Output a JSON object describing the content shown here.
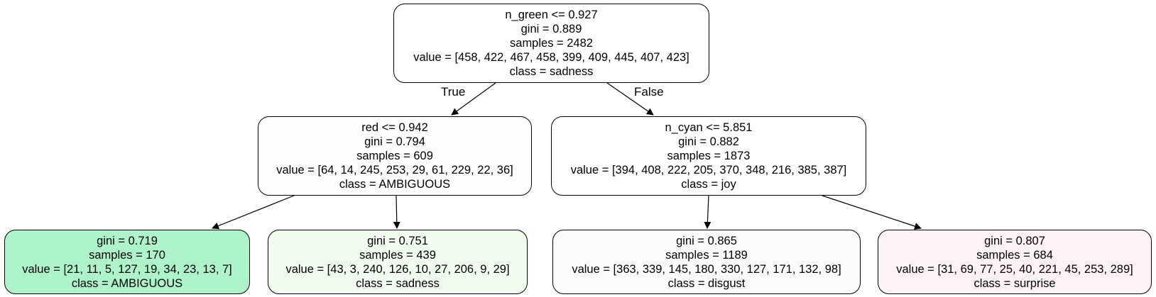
{
  "tree": {
    "root": {
      "split": "n_green <= 0.927",
      "gini": "gini = 0.889",
      "samples": "samples = 2482",
      "value": "value = [458, 422, 467, 458, 399, 409, 445, 407, 423]",
      "class": "class = sadness",
      "fill": "#ffffff"
    },
    "left": {
      "split": "red <= 0.942",
      "gini": "gini = 0.794",
      "samples": "samples = 609",
      "value": "value = [64, 14, 245, 253, 29, 61, 229, 22, 36]",
      "class": "class = AMBIGUOUS",
      "fill": "#fbfefd"
    },
    "right": {
      "split": "n_cyan <= 5.851",
      "gini": "gini = 0.882",
      "samples": "samples = 1873",
      "value": "value = [394, 408, 222, 205, 370, 348, 216, 385, 387]",
      "class": "class = joy",
      "fill": "#ffffff"
    },
    "left_left": {
      "gini": "gini = 0.719",
      "samples": "samples = 170",
      "value": "value = [21, 11, 5, 127, 19, 34, 23, 13, 7]",
      "class": "class = AMBIGUOUS",
      "fill": "#adf4cb"
    },
    "left_right": {
      "gini": "gini = 0.751",
      "samples": "samples = 439",
      "value": "value = [43, 3, 240, 126, 10, 27, 206, 9, 29]",
      "class": "class = sadness",
      "fill": "#f3fcf1"
    },
    "right_left": {
      "gini": "gini = 0.865",
      "samples": "samples = 1189",
      "value": "value = [363, 339, 145, 180, 330, 127, 171, 132, 98]",
      "class": "class = disgust",
      "fill": "#fefcfb"
    },
    "right_right": {
      "gini": "gini = 0.807",
      "samples": "samples = 684",
      "value": "value = [31, 69, 77, 25, 40, 221, 45, 253, 289]",
      "class": "class = surprise",
      "fill": "#fef3f7"
    }
  },
  "edge_labels": {
    "true_label": "True",
    "false_label": "False"
  },
  "colors": {
    "edge": "#000000",
    "border": "#000000"
  }
}
